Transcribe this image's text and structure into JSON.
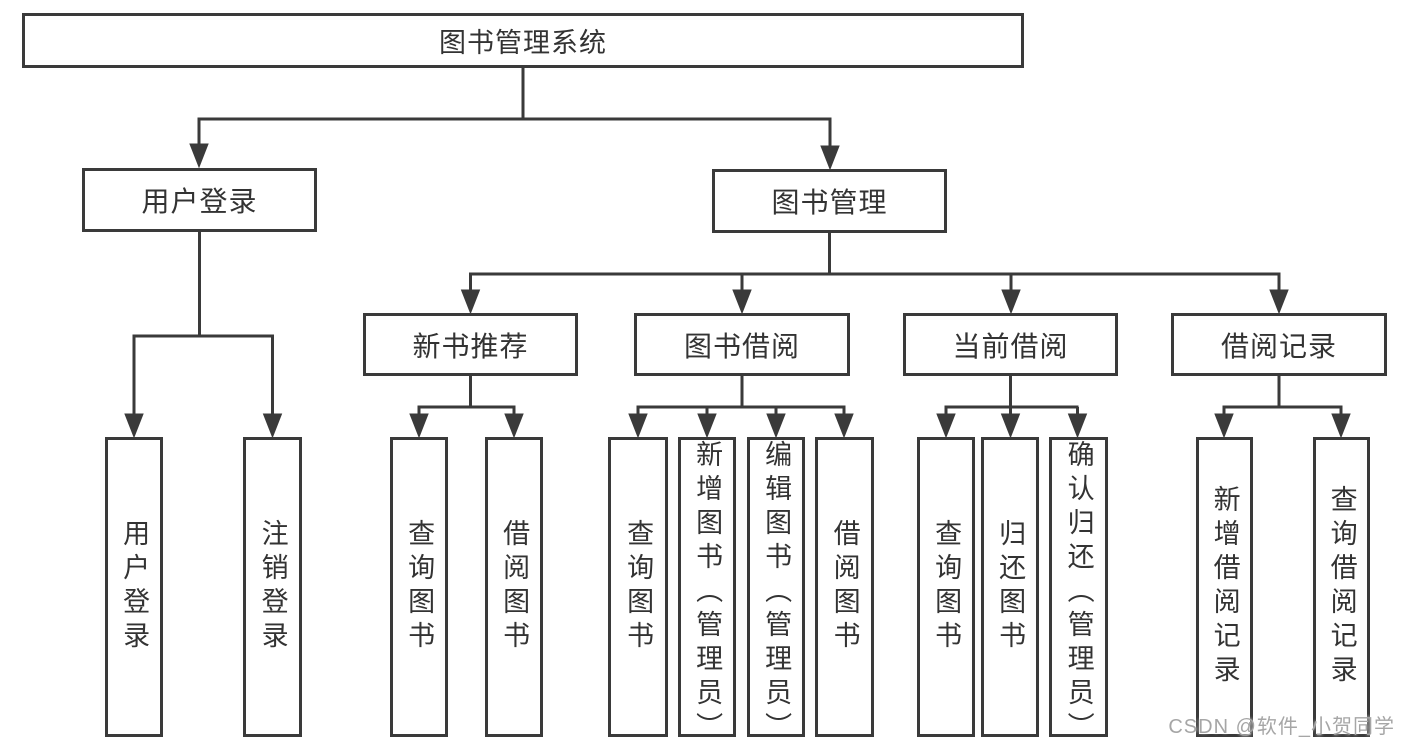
{
  "colors": {
    "line": "#3a3a3a",
    "text": "#333333",
    "background": "#ffffff",
    "watermark": "#a6a6a6"
  },
  "watermark": {
    "text": "CSDN @软件_小贺同学"
  },
  "tree": {
    "label": "图书管理系统",
    "children": [
      {
        "label": "用户登录",
        "children": [
          {
            "label": "用户登录"
          },
          {
            "label": "注销登录"
          }
        ]
      },
      {
        "label": "图书管理",
        "children": [
          {
            "label": "新书推荐",
            "children": [
              {
                "label": "查询图书"
              },
              {
                "label": "借阅图书"
              }
            ]
          },
          {
            "label": "图书借阅",
            "children": [
              {
                "label": "查询图书"
              },
              {
                "label": "新增图书（管理员）"
              },
              {
                "label": "编辑图书（管理员）"
              },
              {
                "label": "借阅图书"
              }
            ]
          },
          {
            "label": "当前借阅",
            "children": [
              {
                "label": "查询图书"
              },
              {
                "label": "归还图书"
              },
              {
                "label": "确认归还（管理员）"
              }
            ]
          },
          {
            "label": "借阅记录",
            "children": [
              {
                "label": "新增借阅记录"
              },
              {
                "label": "查询借阅记录"
              }
            ]
          }
        ]
      }
    ]
  }
}
